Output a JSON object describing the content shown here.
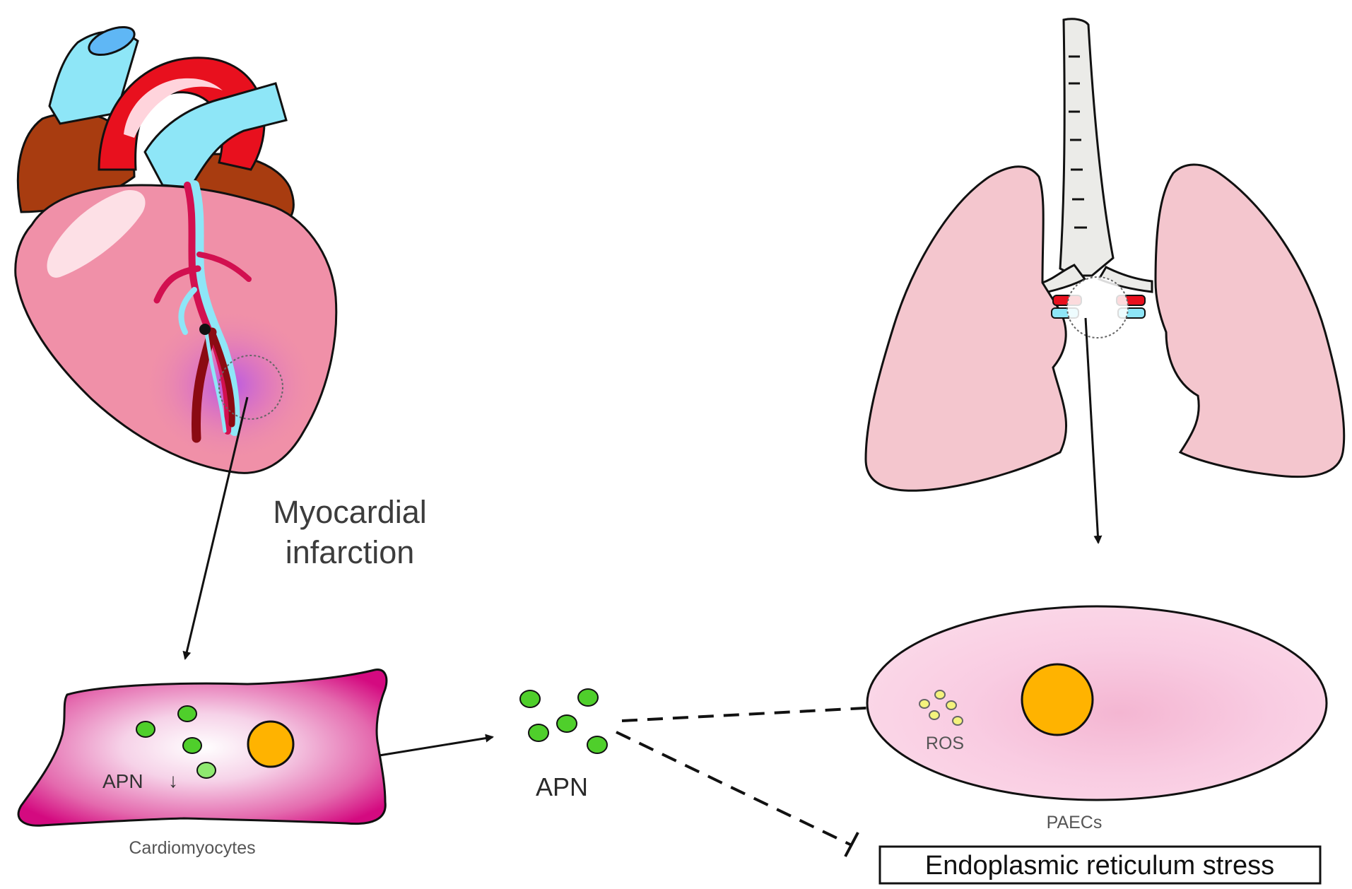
{
  "labels": {
    "myocardial_line1": "Myocardial",
    "myocardial_line2": "infarction",
    "apn_cell": "APN",
    "apn_down_arrow": "↓",
    "apn_free": "APN",
    "cardiomyocytes": "Cardiomyocytes",
    "ros": "ROS",
    "paecs": "PAECs",
    "er_stress": "Endoplasmic reticulum stress"
  },
  "colors": {
    "heart_pink": "#f090a8",
    "heart_dark": "#a83c10",
    "aorta_red": "#e8101e",
    "vessel_blue": "#8ee6f7",
    "lung_pink": "#f4c6ce",
    "trachea_gray": "#ebebe8",
    "cardiomyocyte_magenta": "#d40a80",
    "paec_pink": "#fbd4e6",
    "nucleus_orange": "#ffb300",
    "apn_green": "#4fcf2b",
    "ros_yellow": "#f4f37c"
  }
}
